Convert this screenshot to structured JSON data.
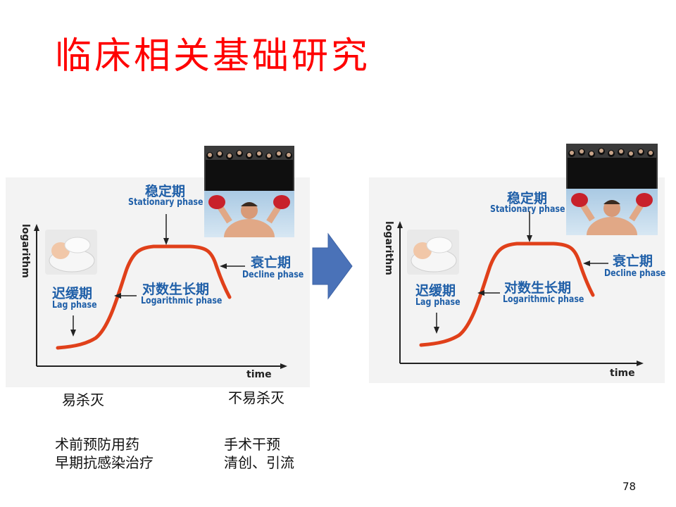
{
  "title": "临床相关基础研究",
  "diagram": {
    "y_label": "logarithm",
    "x_label": "time",
    "phases": {
      "lag": {
        "cn": "迟缓期",
        "en": "Lag phase"
      },
      "log": {
        "cn": "对数生长期",
        "en": "Logarithmic phase"
      },
      "stationary": {
        "cn": "稳定期",
        "en": "Stationary phase"
      },
      "decline": {
        "cn": "衰亡期",
        "en": "Decline phase"
      }
    },
    "curve_color": "#e0401a",
    "arrow_color": "#4a72b8"
  },
  "notes": {
    "left_kill": "易杀灭",
    "right_kill": "不易杀灭",
    "left_measures": [
      "术前预防用药",
      "早期抗感染治疗"
    ],
    "right_measures": [
      "手术干预",
      "清创、引流"
    ]
  },
  "page_number": "78"
}
